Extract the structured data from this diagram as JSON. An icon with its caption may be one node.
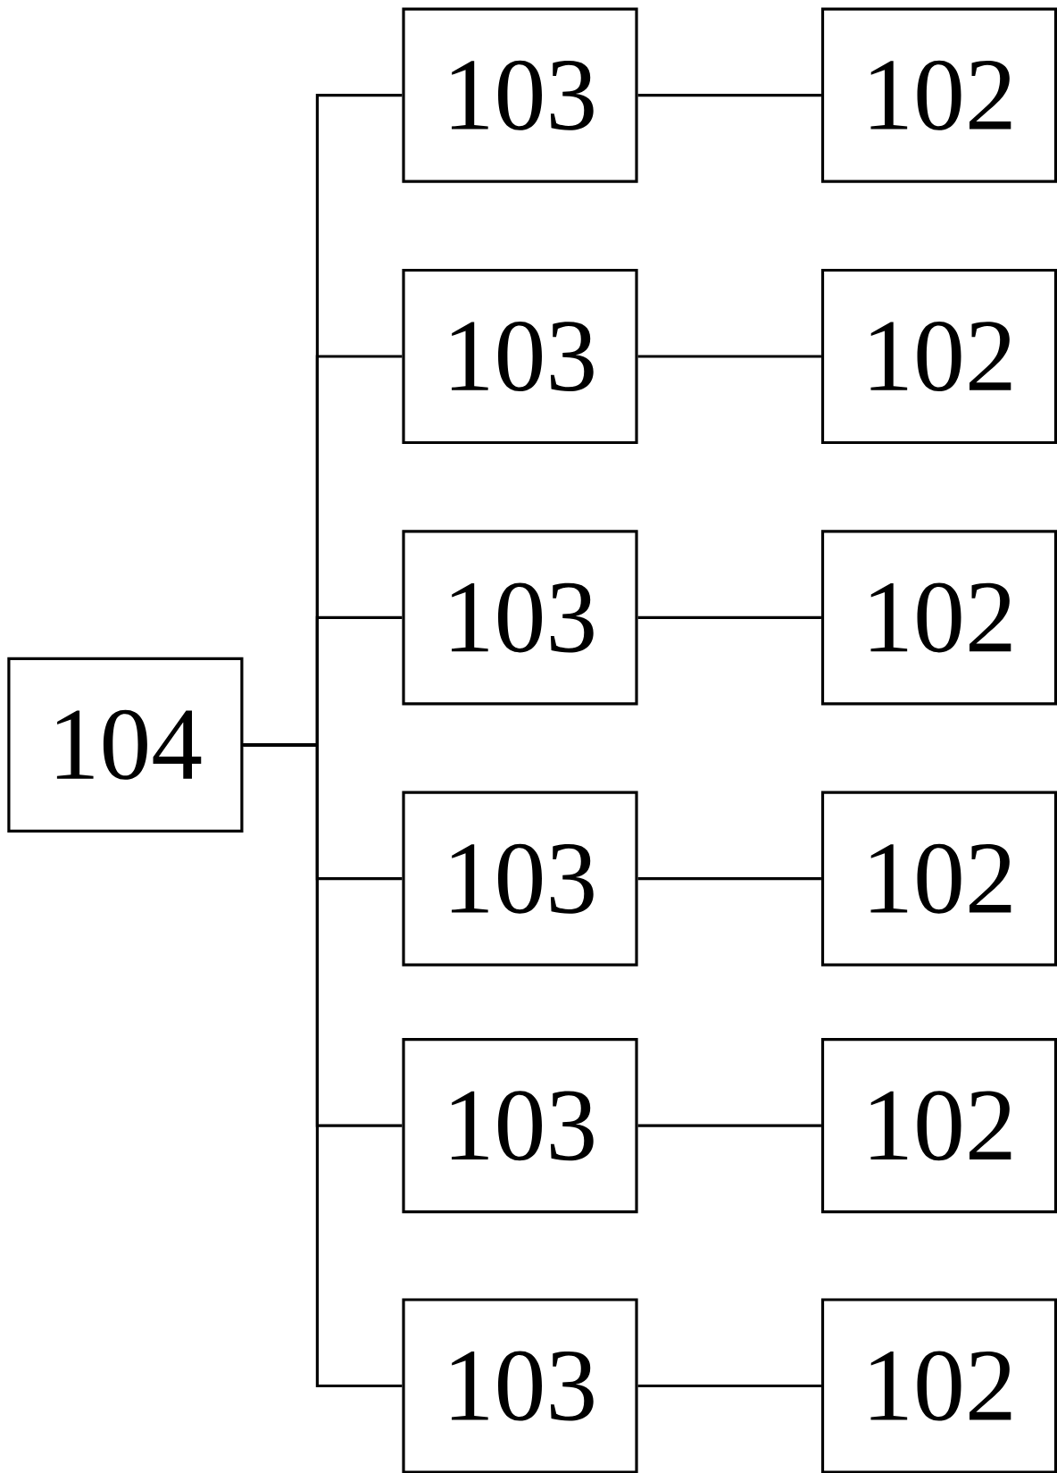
{
  "diagram": {
    "nodes": [
      {
        "text": [
          "104"
        ]
      },
      {
        "text": [
          "103"
        ]
      },
      {
        "text": [
          "102"
        ]
      },
      {
        "text": [
          "103"
        ]
      },
      {
        "text": [
          "102"
        ]
      },
      {
        "text": [
          "103"
        ]
      },
      {
        "text": [
          "102"
        ]
      },
      {
        "text": [
          "103"
        ]
      },
      {
        "text": [
          "102"
        ]
      },
      {
        "text": [
          "103"
        ]
      },
      {
        "text": [
          "102"
        ]
      },
      {
        "text": [
          "103"
        ]
      },
      {
        "text": [
          "102"
        ]
      }
    ],
    "edges": [
      {
        "from": 0,
        "to": 1,
        "arrow": "none"
      },
      {
        "from": 0,
        "to": 3,
        "arrow": "none"
      },
      {
        "from": 0,
        "to": 5,
        "arrow": "none"
      },
      {
        "from": 0,
        "to": 7,
        "arrow": "none"
      },
      {
        "from": 0,
        "to": 9,
        "arrow": "none"
      },
      {
        "from": 0,
        "to": 11,
        "arrow": "none"
      },
      {
        "from": 1,
        "to": 2,
        "arrow": "none"
      },
      {
        "from": 3,
        "to": 4,
        "arrow": "none"
      },
      {
        "from": 5,
        "to": 6,
        "arrow": "none"
      },
      {
        "from": 7,
        "to": 8,
        "arrow": "none"
      },
      {
        "from": 9,
        "to": 10,
        "arrow": "none"
      },
      {
        "from": 11,
        "to": 12,
        "arrow": "none"
      }
    ]
  }
}
